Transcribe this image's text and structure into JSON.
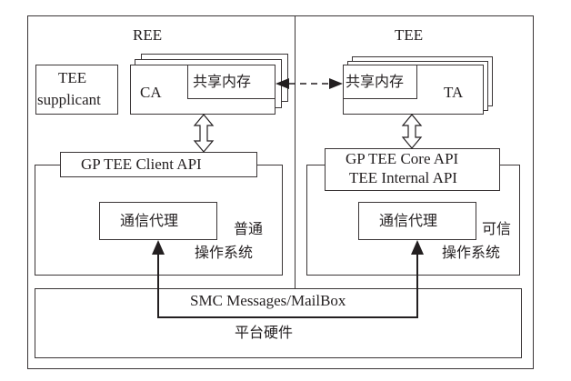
{
  "ree": {
    "title": "REE",
    "supplicant_line1": "TEE",
    "supplicant_line2": "supplicant",
    "ca_label": "CA",
    "shared_memory": "共享内存",
    "client_api": "GP TEE Client API",
    "agent": "通信代理",
    "os_line1": "普通",
    "os_line2": "操作系统"
  },
  "tee": {
    "title": "TEE",
    "shared_memory": "共享内存",
    "ta_label": "TA",
    "core_api": "GP TEE Core API",
    "internal_api": "TEE Internal API",
    "agent": "通信代理",
    "os_line1": "可信",
    "os_line2": "操作系统"
  },
  "platform": {
    "smc": "SMC Messages/MailBox",
    "hardware": "平台硬件"
  }
}
